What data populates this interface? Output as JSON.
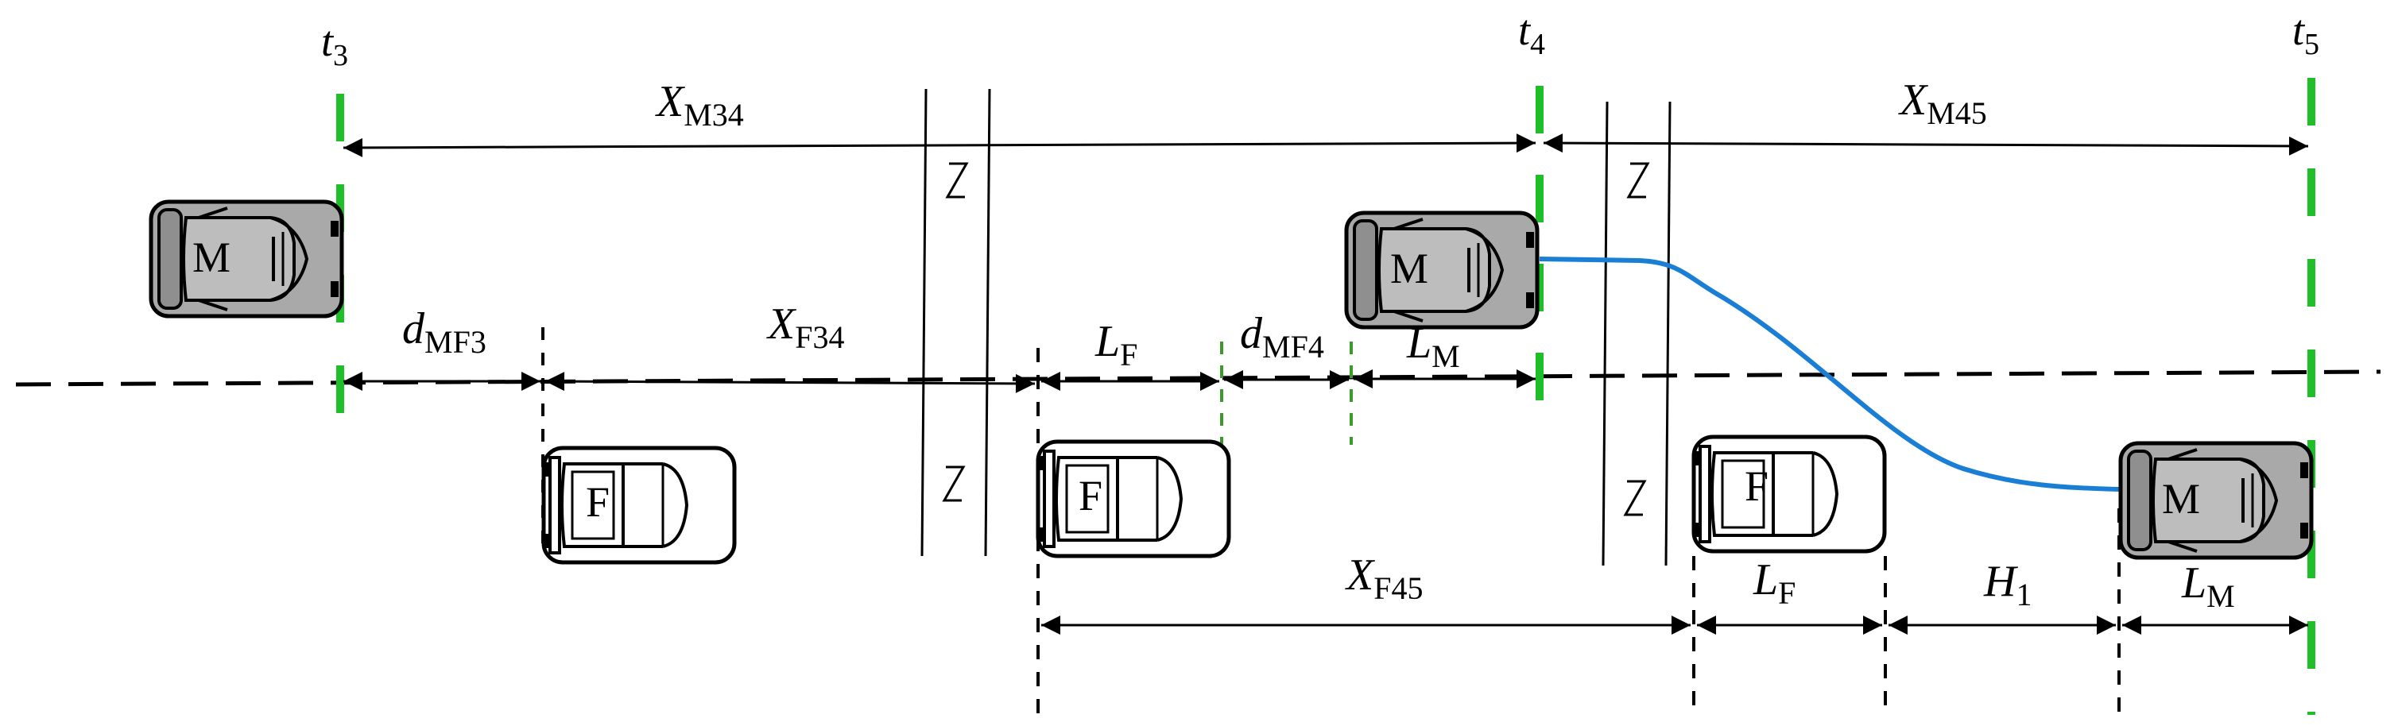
{
  "colors": {
    "marker_green": "#1fbf2a",
    "dim_green": "#3b9a2a",
    "trajectory_blue": "#1a7fd4",
    "merging_car_body": "#a9a9a9",
    "following_car_body": "#ffffff",
    "ink": "#000000"
  },
  "time_markers": [
    {
      "var": "t",
      "sub": "3"
    },
    {
      "var": "t",
      "sub": "4"
    },
    {
      "var": "t",
      "sub": "5"
    }
  ],
  "dimensions": {
    "xm34": {
      "var": "X",
      "sub": "M34"
    },
    "xm45": {
      "var": "X",
      "sub": "M45"
    },
    "dmf3": {
      "var": "d",
      "sub": "MF3"
    },
    "xf34": {
      "var": "X",
      "sub": "F34"
    },
    "lf_mid": {
      "var": "L",
      "sub": "F"
    },
    "dmf4": {
      "var": "d",
      "sub": "MF4"
    },
    "lm_mid": {
      "var": "L",
      "sub": "M"
    },
    "xf45": {
      "var": "X",
      "sub": "F45"
    },
    "lf_bottom": {
      "var": "L",
      "sub": "F"
    },
    "h1": {
      "var": "H",
      "sub": "1"
    },
    "lm_bottom": {
      "var": "L",
      "sub": "M"
    }
  },
  "vehicles": {
    "merging_label": "M",
    "following_label": "F"
  },
  "icons": {
    "break_mark": "road-break-zigzag-icon",
    "merging_vehicle": "merging-car-icon",
    "following_vehicle": "following-car-icon"
  }
}
